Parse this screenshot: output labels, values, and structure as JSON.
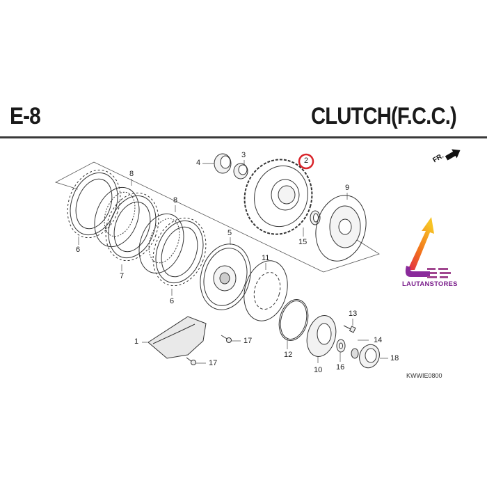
{
  "header": {
    "section_code": "E-8",
    "title": "CLUTCH(F.C.C.)"
  },
  "orientation": {
    "label": "FR.",
    "icon": "front-arrow-icon"
  },
  "diagram_code": "KWWIE0800",
  "highlight": {
    "part_number": "2",
    "color": "#d9252b"
  },
  "watermark": {
    "brand": "LAUTANSTORES",
    "text_color": "#7b1f8c",
    "gradient": [
      "#f7c325",
      "#f2711c",
      "#e0284a",
      "#8a2a9b"
    ]
  },
  "callouts": [
    {
      "id": "1",
      "label": "1"
    },
    {
      "id": "2",
      "label": "2"
    },
    {
      "id": "3",
      "label": "3"
    },
    {
      "id": "4",
      "label": "4"
    },
    {
      "id": "5",
      "label": "5"
    },
    {
      "id": "6a",
      "label": "6"
    },
    {
      "id": "6b",
      "label": "6"
    },
    {
      "id": "7",
      "label": "7"
    },
    {
      "id": "8a",
      "label": "8"
    },
    {
      "id": "8b",
      "label": "8"
    },
    {
      "id": "9",
      "label": "9"
    },
    {
      "id": "10",
      "label": "10"
    },
    {
      "id": "11",
      "label": "11"
    },
    {
      "id": "12",
      "label": "12"
    },
    {
      "id": "13",
      "label": "13"
    },
    {
      "id": "14",
      "label": "14"
    },
    {
      "id": "15",
      "label": "15"
    },
    {
      "id": "16",
      "label": "16"
    },
    {
      "id": "17a",
      "label": "17"
    },
    {
      "id": "17b",
      "label": "17"
    },
    {
      "id": "18",
      "label": "18"
    }
  ]
}
